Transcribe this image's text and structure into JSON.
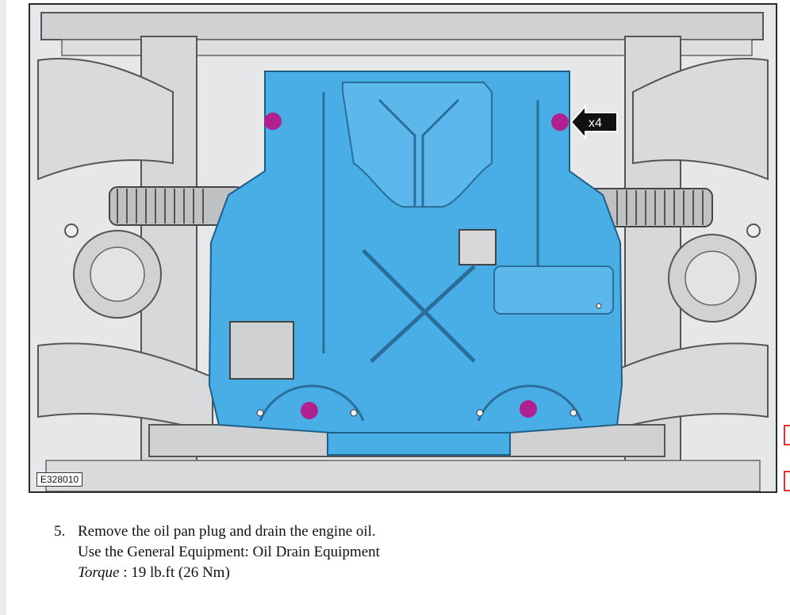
{
  "figure": {
    "id_label": "E328010",
    "callout_label": "x4",
    "colors": {
      "skid_plate": "#4aaee6",
      "fastener": "#b0208e",
      "chassis_line": "#5a5a5a",
      "chassis_fill": "#d4d6d8",
      "edge_marker": "#dd3333"
    }
  },
  "step": {
    "number": "5.",
    "instruction": "Remove the oil pan plug and drain the engine oil.",
    "equipment": "Use the General Equipment: Oil Drain Equipment",
    "torque_label": "Torque",
    "torque_value": " : 19 lb.ft (26 Nm)"
  }
}
